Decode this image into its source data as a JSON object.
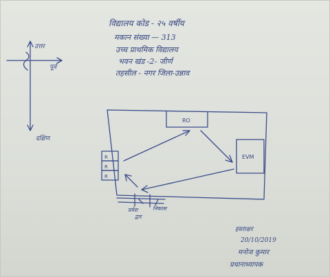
{
  "header": {
    "line1": "विद्यालय कोड - २५ वर्षीय",
    "line2": "मकान संख्या — 313",
    "line3": "उच्च प्राथमिक विद्यालय",
    "line4": "भवन खंड -2- जीर्ण",
    "line5": "तहसील - नगर जिला-उन्नाव"
  },
  "compass": {
    "north": "उत्तर",
    "east": "पूर्व",
    "south": "दक्षिण"
  },
  "plan": {
    "top_room": "RO",
    "right_room": "EVM",
    "left_rooms": [
      "R",
      "R",
      "R"
    ],
    "entry_left": "प्रवेश",
    "entry_right": "निकास",
    "entry_bottom": "द्वार"
  },
  "signature": {
    "line1": "हस्ताक्षर",
    "line2": "20/10/2019",
    "line3": "मनोज कुमार",
    "line4": "प्रधानाध्यापक"
  }
}
